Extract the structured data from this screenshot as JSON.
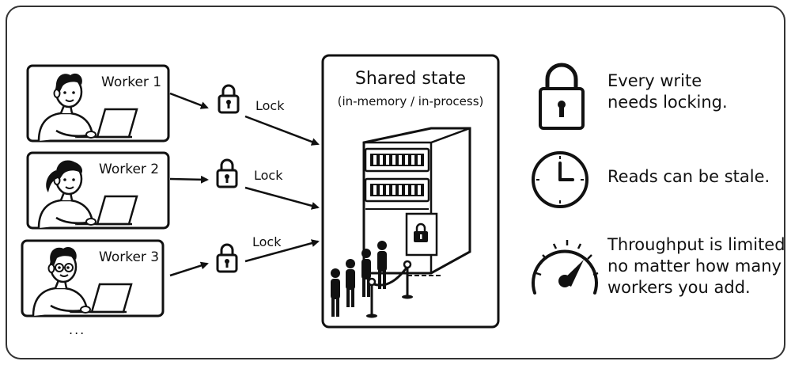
{
  "workers": [
    {
      "label": "Worker 1"
    },
    {
      "label": "Worker 2"
    },
    {
      "label": "Worker 3"
    }
  ],
  "more_workers": "...",
  "lock_label": "Lock",
  "shared_state": {
    "title": "Shared state",
    "subtitle": "(in-memory / in-process)"
  },
  "notes": [
    {
      "icon": "padlock-icon",
      "lines": [
        "Every write",
        "needs locking."
      ]
    },
    {
      "icon": "clock-icon",
      "lines": [
        "Reads can be stale."
      ]
    },
    {
      "icon": "speedometer-icon",
      "lines": [
        "Throughput is limited",
        "no matter how many",
        "workers you add."
      ]
    }
  ]
}
